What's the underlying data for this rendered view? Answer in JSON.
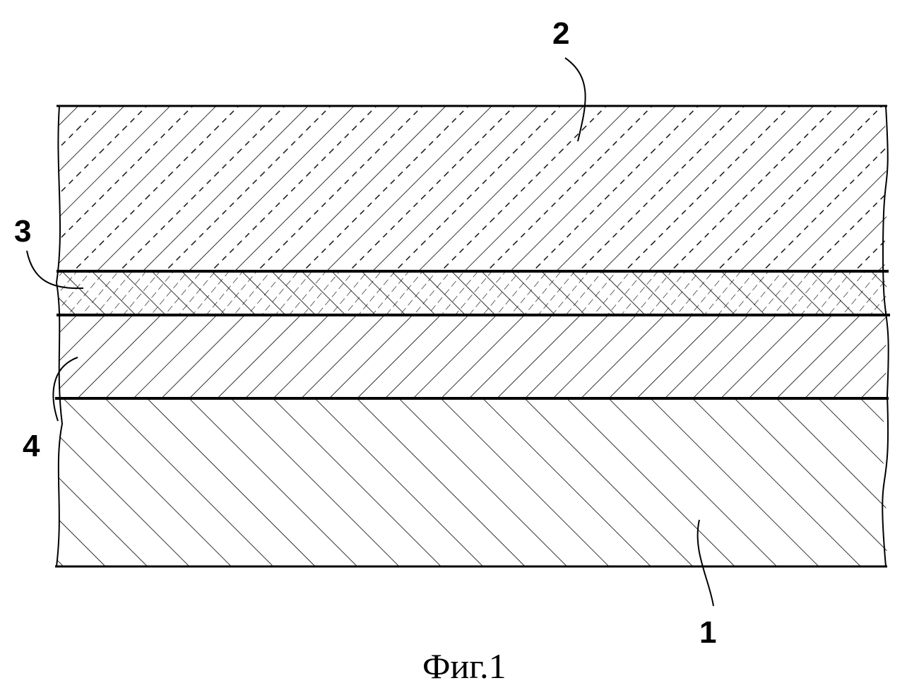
{
  "figure": {
    "caption": "Фиг.1",
    "layers": [
      {
        "ref": "2",
        "label": "2"
      },
      {
        "ref": "3",
        "label": "3"
      },
      {
        "ref": "4",
        "label": "4"
      },
      {
        "ref": "1",
        "label": "1"
      }
    ]
  }
}
